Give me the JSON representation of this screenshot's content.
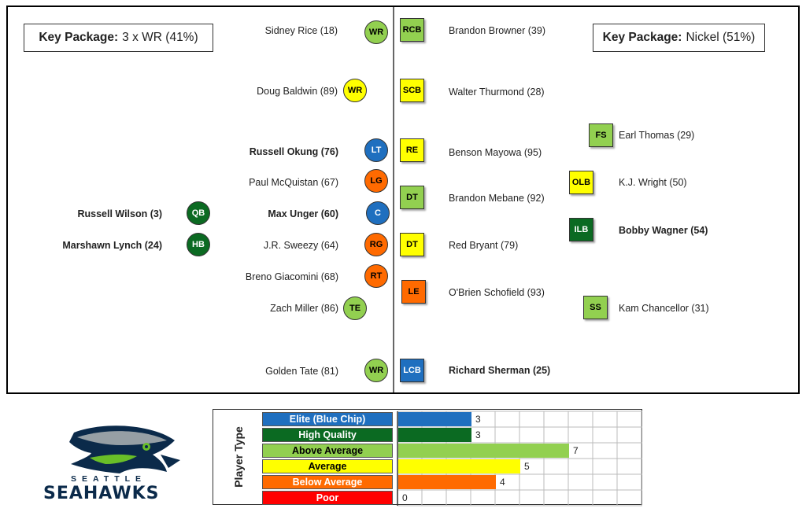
{
  "colors": {
    "elite": "#1f6fbf",
    "high_quality": "#0b6a22",
    "above_average": "#92d050",
    "average": "#ffff00",
    "below_average": "#ff6a00",
    "poor": "#ff0000",
    "logo_navy": "#0b2a4a",
    "logo_green": "#69be28",
    "logo_grey": "#a5acaf"
  },
  "packages": {
    "offense": {
      "label": "Key Package:",
      "value": "3 x WR (41%)"
    },
    "defense": {
      "label": "Key Package:",
      "value": "Nickel (51%)"
    }
  },
  "offense": [
    {
      "pos": "WR",
      "name": "Sidney Rice (18)",
      "grade": "above_average",
      "bold": false
    },
    {
      "pos": "WR",
      "name": "Doug Baldwin (89)",
      "grade": "average",
      "bold": false
    },
    {
      "pos": "LT",
      "name": "Russell Okung (76)",
      "grade": "elite",
      "bold": true
    },
    {
      "pos": "LG",
      "name": "Paul McQuistan (67)",
      "grade": "below_average",
      "bold": false
    },
    {
      "pos": "C",
      "name": "Max Unger (60)",
      "grade": "elite",
      "bold": true
    },
    {
      "pos": "QB",
      "name": "Russell Wilson (3)",
      "grade": "high_quality",
      "bold": true
    },
    {
      "pos": "RG",
      "name": "J.R. Sweezy (64)",
      "grade": "below_average",
      "bold": false
    },
    {
      "pos": "HB",
      "name": "Marshawn Lynch (24)",
      "grade": "high_quality",
      "bold": true
    },
    {
      "pos": "RT",
      "name": "Breno Giacomini (68)",
      "grade": "below_average",
      "bold": false
    },
    {
      "pos": "TE",
      "name": "Zach Miller (86)",
      "grade": "above_average",
      "bold": false
    },
    {
      "pos": "WR",
      "name": "Golden Tate (81)",
      "grade": "above_average",
      "bold": false
    }
  ],
  "defense": [
    {
      "pos": "RCB",
      "name": "Brandon Browner (39)",
      "grade": "above_average",
      "bold": false
    },
    {
      "pos": "SCB",
      "name": "Walter Thurmond (28)",
      "grade": "average",
      "bold": false
    },
    {
      "pos": "RE",
      "name": "Benson Mayowa (95)",
      "grade": "average",
      "bold": false
    },
    {
      "pos": "FS",
      "name": "Earl Thomas (29)",
      "grade": "above_average",
      "bold": false
    },
    {
      "pos": "DT",
      "name": "Brandon Mebane (92)",
      "grade": "above_average",
      "bold": false
    },
    {
      "pos": "OLB",
      "name": "K.J. Wright (50)",
      "grade": "average",
      "bold": false
    },
    {
      "pos": "DT",
      "name": "Red Bryant (79)",
      "grade": "average",
      "bold": false
    },
    {
      "pos": "ILB",
      "name": "Bobby Wagner (54)",
      "grade": "high_quality",
      "bold": true
    },
    {
      "pos": "LE",
      "name": "O'Brien Schofield (93)",
      "grade": "below_average",
      "bold": false
    },
    {
      "pos": "SS",
      "name": "Kam Chancellor (31)",
      "grade": "above_average",
      "bold": false
    },
    {
      "pos": "LCB",
      "name": "Richard Sherman (25)",
      "grade": "elite",
      "bold": true
    }
  ],
  "legend": {
    "title": "Player Type",
    "rows": [
      {
        "label": "Elite (Blue Chip)",
        "grade": "elite",
        "count": 3
      },
      {
        "label": "High Quality",
        "grade": "high_quality",
        "count": 3
      },
      {
        "label": "Above Average",
        "grade": "above_average",
        "count": 7
      },
      {
        "label": "Average",
        "grade": "average",
        "count": 5
      },
      {
        "label": "Below Average",
        "grade": "below_average",
        "count": 4
      },
      {
        "label": "Poor",
        "grade": "poor",
        "count": 0
      }
    ]
  },
  "logo": {
    "line1": "SEATTLE",
    "line2": "SEAHAWKS"
  }
}
